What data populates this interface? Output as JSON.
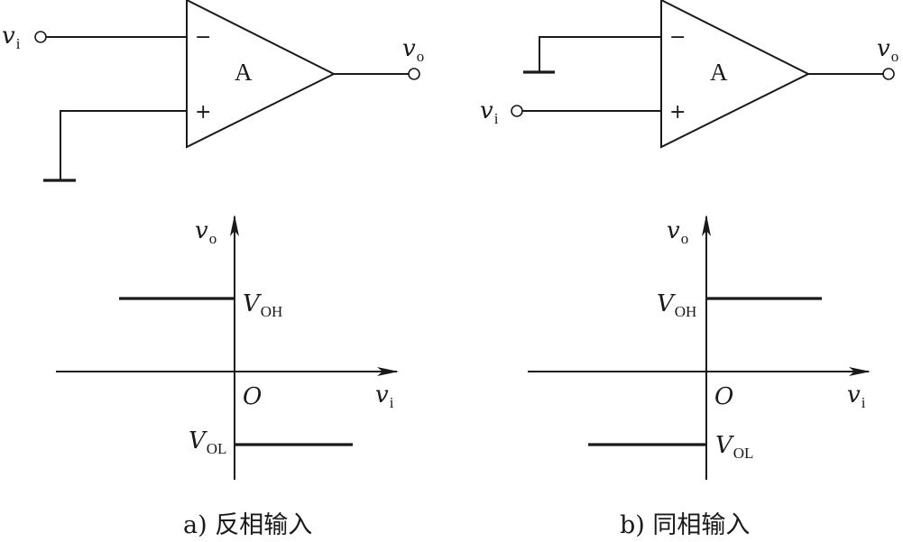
{
  "panel_a": {
    "amp_label": "A",
    "minus_sign": "−",
    "plus_sign": "+",
    "input_var": "v",
    "input_sub": "i",
    "output_var": "v",
    "output_sub": "o",
    "graph": {
      "y_var": "v",
      "y_sub": "o",
      "x_var": "v",
      "x_sub": "i",
      "origin": "O",
      "voh_var": "V",
      "voh_sub": "OH",
      "vol_var": "V",
      "vol_sub": "OL"
    },
    "caption": "a) 反相输入"
  },
  "panel_b": {
    "amp_label": "A",
    "minus_sign": "−",
    "plus_sign": "+",
    "input_var": "v",
    "input_sub": "i",
    "output_var": "v",
    "output_sub": "o",
    "graph": {
      "y_var": "v",
      "y_sub": "o",
      "x_var": "v",
      "x_sub": "i",
      "origin": "O",
      "voh_var": "V",
      "voh_sub": "OH",
      "vol_var": "V",
      "vol_sub": "OL"
    },
    "caption": "b) 同相输入"
  }
}
